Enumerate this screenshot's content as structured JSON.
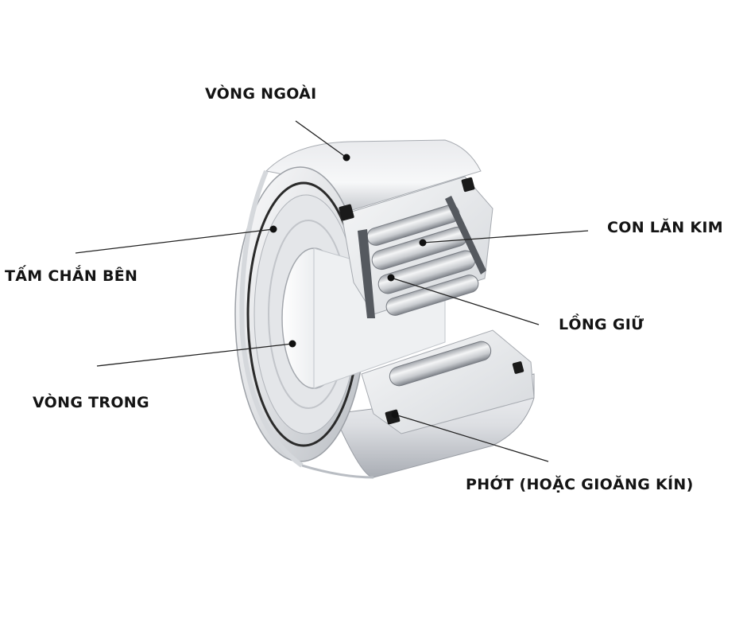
{
  "labels": {
    "outer_ring": "VÒNG NGOÀI",
    "needle_roller": "CON LĂN KIM",
    "side_shield": "TẤM CHẮN BÊN",
    "cage": "LỒNG GIỮ",
    "inner_ring": "VÒNG TRONG",
    "seal": "PHỚT (HOẶC GIOĂNG KÍN)"
  },
  "colors": {
    "label_text": "#141414",
    "leader_line": "#222222",
    "steel_light": "#f2f3f5",
    "steel_mid": "#c9ccd1",
    "steel_dark": "#8c9097",
    "seal_black": "#1a1a1a"
  }
}
